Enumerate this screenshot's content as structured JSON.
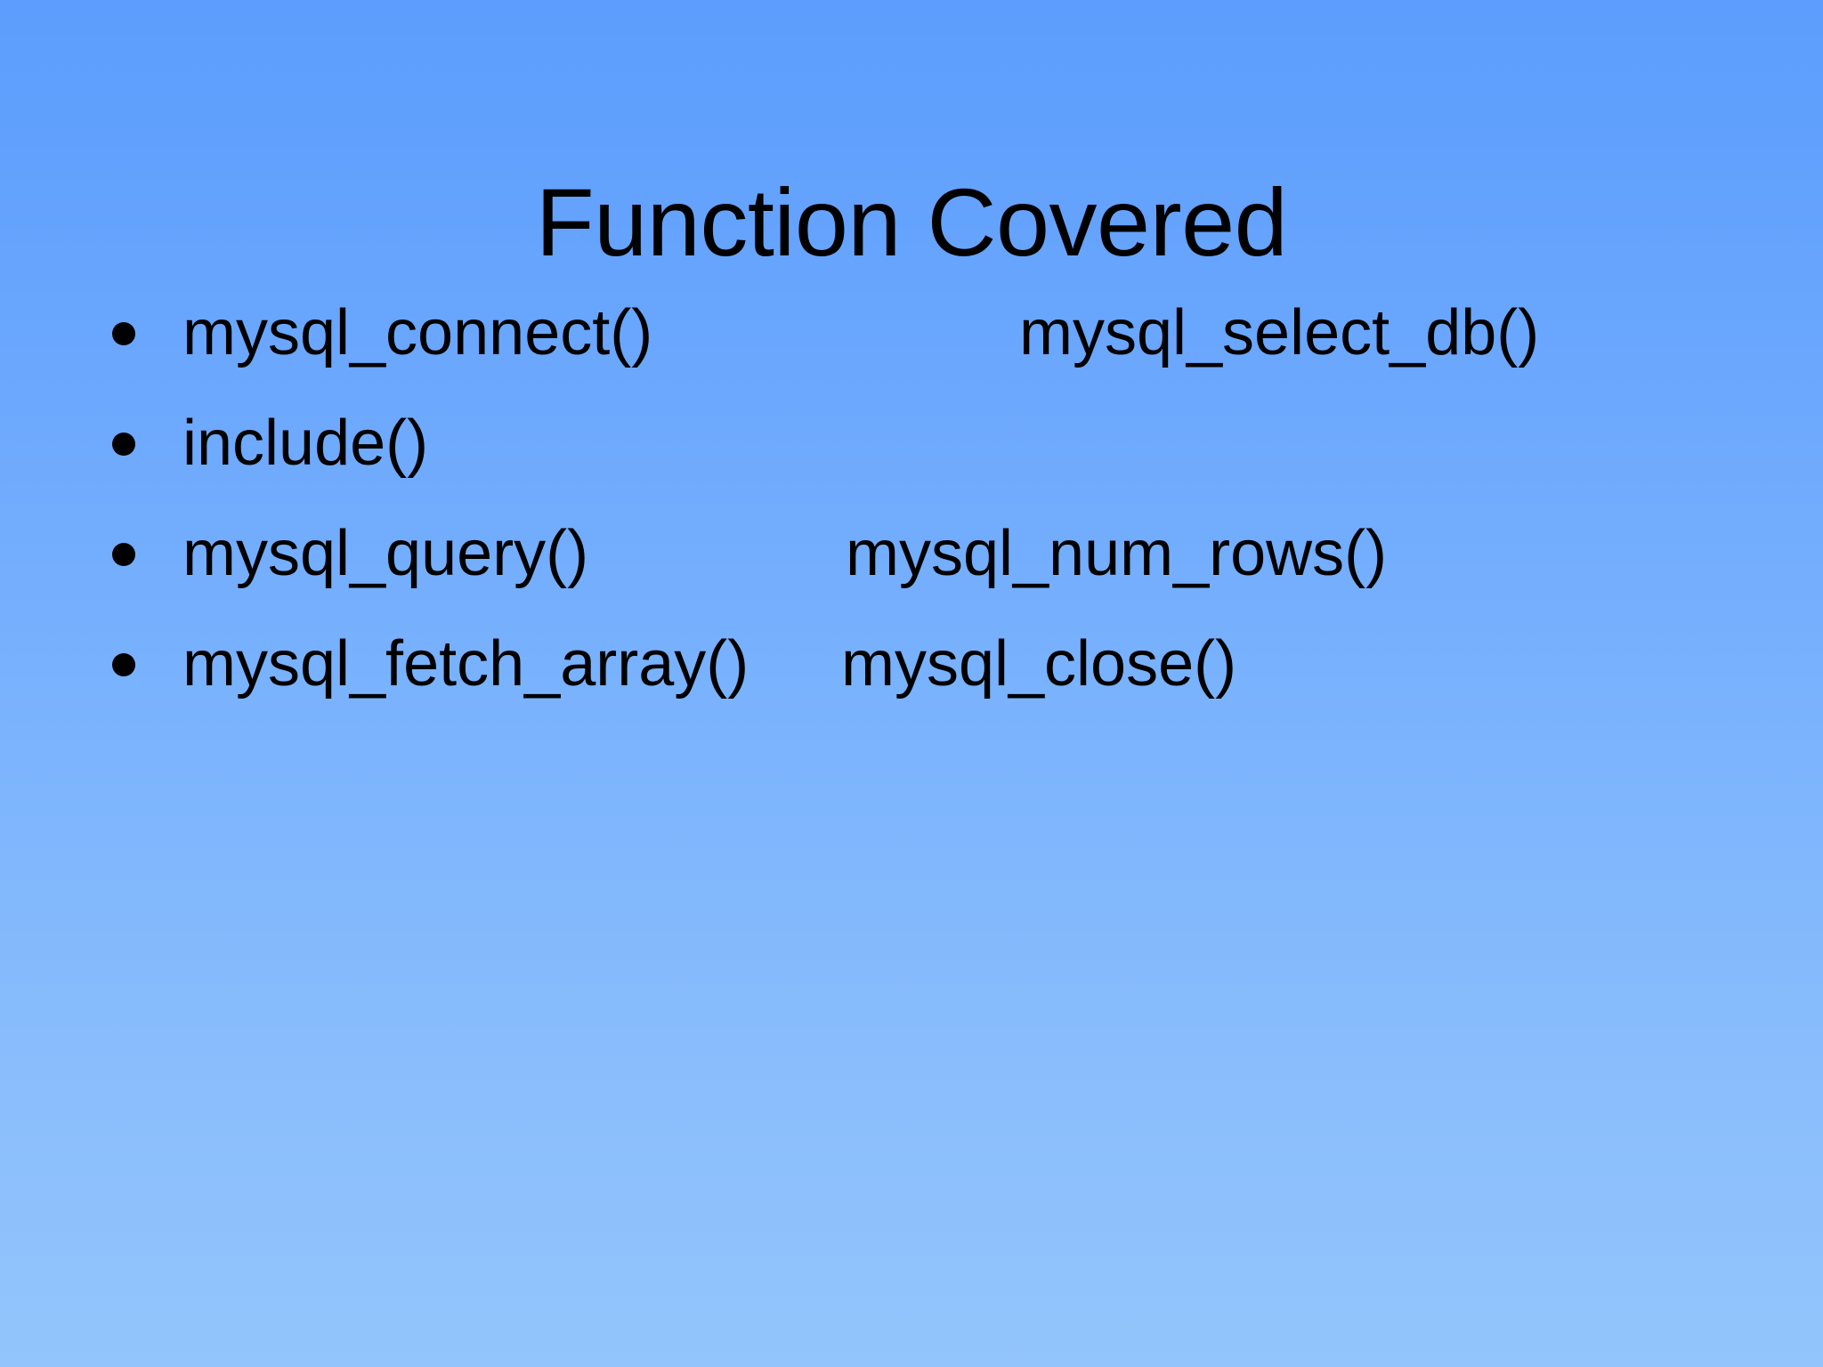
{
  "slide": {
    "title": "Function Covered",
    "background": {
      "gradient_top": "#5C9DFD",
      "gradient_bottom": "#93C5FC",
      "direction": "vertical"
    },
    "text_color": "#000000",
    "bullet_glyph": "bullet-dot-icon"
  },
  "bullets": [
    {
      "primary": "mysql_connect()",
      "secondary": "mysql_select_db()"
    },
    {
      "primary": "include()",
      "secondary": ""
    },
    {
      "primary": "mysql_query()",
      "secondary": "mysql_num_rows()"
    },
    {
      "primary": "mysql_fetch_array()",
      "secondary": "mysql_close()"
    }
  ]
}
